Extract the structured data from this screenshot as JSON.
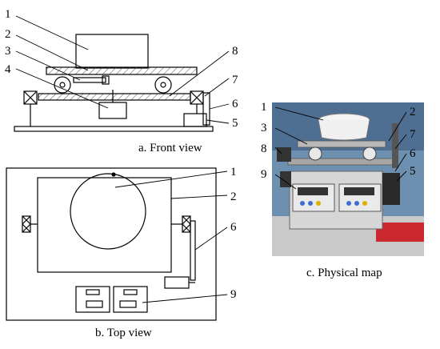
{
  "captions": {
    "front": "a. Front view",
    "top": "b. Top view",
    "physical": "c. Physical map"
  },
  "front_labels": [
    "1",
    "2",
    "3",
    "4",
    "8",
    "7",
    "6",
    "5"
  ],
  "top_labels": [
    "1",
    "2",
    "6",
    "9"
  ],
  "photo_labels": [
    "1",
    "2",
    "3",
    "7",
    "8",
    "6",
    "9",
    "5"
  ],
  "colors": {
    "line": "#000000",
    "hatch": "#555555",
    "photo_bg": "#6d8fb0",
    "photo_table": "#c9c9c9",
    "red_card": "#c8282e"
  }
}
